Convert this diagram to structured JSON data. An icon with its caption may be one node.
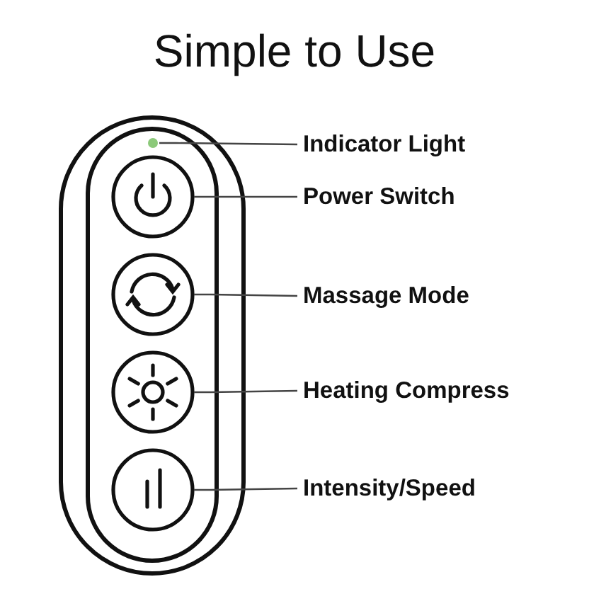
{
  "diagram": {
    "title": "Simple to Use",
    "nodes": [
      {
        "text": [
          "Indicator Light"
        ]
      },
      {
        "text": [
          "Power Switch"
        ]
      },
      {
        "text": [
          "Massage Mode"
        ]
      },
      {
        "text": [
          "Heating Compress"
        ]
      },
      {
        "text": [
          "Intensity/Speed"
        ]
      },
      {
        "text": [],
        "shape": "circle"
      },
      {
        "text": [],
        "shape": "circle"
      },
      {
        "text": [],
        "shape": "circle"
      },
      {
        "text": [],
        "shape": "circle"
      },
      {
        "text": [],
        "shape": "circle"
      }
    ],
    "edges": [
      {
        "from": 0,
        "to": 5,
        "arrow": "none"
      },
      {
        "from": 1,
        "to": 6,
        "arrow": "none"
      },
      {
        "from": 2,
        "to": 7,
        "arrow": "none"
      },
      {
        "from": 3,
        "to": 8,
        "arrow": "none"
      },
      {
        "from": 4,
        "to": 9,
        "arrow": "none"
      }
    ]
  }
}
